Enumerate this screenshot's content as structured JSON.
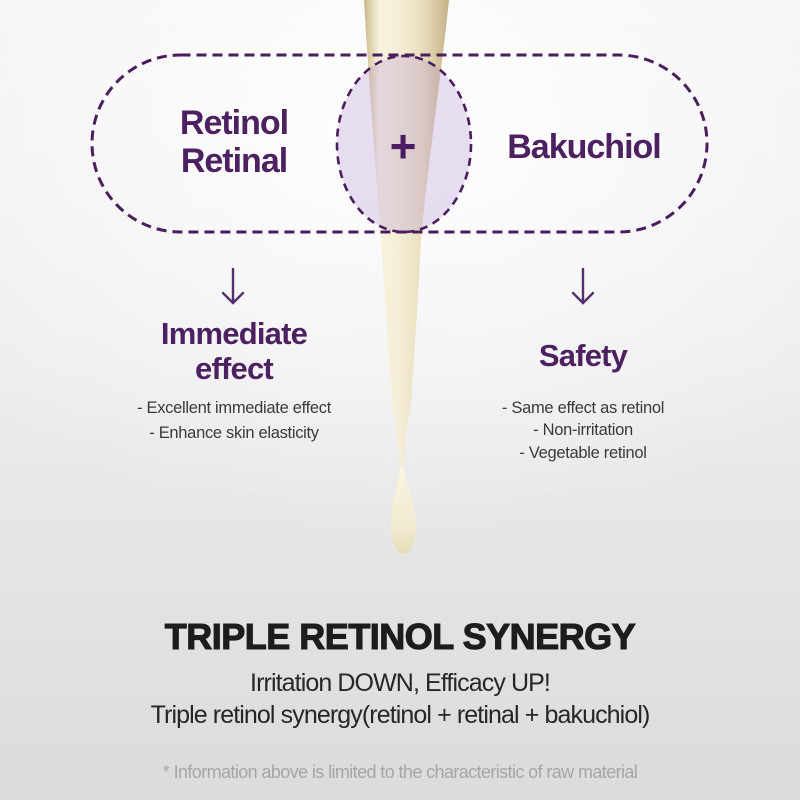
{
  "colors": {
    "outline_purple": "#4a1d5c",
    "heading_purple": "#4d2161",
    "plus_purple": "#4a1d63",
    "body_text": "#3a3a3a",
    "title_black": "#1d1d1d",
    "footnote_gray": "#a5a5a5",
    "liquid_cream": "#f3ecd4",
    "venn_intersection_fill": "#e8def1",
    "background_top": "#f3f3f3",
    "background_bottom": "#dbdbdb"
  },
  "icons": {
    "down_arrow": "↓",
    "plus": "+"
  },
  "venn": {
    "left_label": "Retinol\nRetinal",
    "plus_sign": "+",
    "right_label": "Bakuchiol"
  },
  "columns": {
    "left": {
      "heading": "Immediate\neffect",
      "items": [
        "- Excellent immediate effect",
        "- Enhance skin elasticity"
      ]
    },
    "right": {
      "heading": "Safety",
      "items": [
        "- Same effect as retinol",
        "- Non-irritation",
        "- Vegetable retinol"
      ]
    }
  },
  "bottom": {
    "title": "TRIPLE RETINOL SYNERGY",
    "subtitle_line1": "Irritation DOWN, Efficacy UP!",
    "subtitle_line2": "Triple retinol synergy(retinol + retinal + bakuchiol)",
    "footnote": "* Information above is limited to the characteristic of raw material"
  }
}
